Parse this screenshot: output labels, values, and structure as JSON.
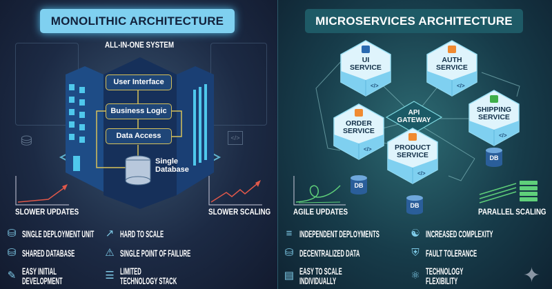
{
  "monolithic": {
    "title": "MONOLITHIC ARCHITECTURE",
    "subtitle": "ALL-IN-ONE SYSTEM",
    "layers": [
      "User Interface",
      "Business Logic",
      "Data Access"
    ],
    "database_label": [
      "Single",
      "Database"
    ],
    "chart_left_label": "SLOWER UPDATES",
    "chart_right_label": "SLOWER SCALING",
    "features": [
      {
        "icon": "database-icon",
        "text": "SINGLE DEPLOYMENT UNIT"
      },
      {
        "icon": "chart-line-icon",
        "text": "HARD TO SCALE"
      },
      {
        "icon": "database-icon",
        "text": "SHARED DATABASE"
      },
      {
        "icon": "warning-icon",
        "text": "SINGLE POINT OF FAILURE"
      },
      {
        "icon": "edit-document-icon",
        "text": "EASY INITIAL",
        "text2": "DEVELOPMENT"
      },
      {
        "icon": "server-stack-icon",
        "text": "LIMITED",
        "text2": "TECHNOLOGY STACK"
      }
    ]
  },
  "microservices": {
    "title": "MICROSERVICES ARCHITECTURE",
    "gateway": [
      "API",
      "GATEWAY"
    ],
    "services": [
      {
        "name": "UI",
        "sub": "SERVICE"
      },
      {
        "name": "AUTH",
        "sub": "SERVICE"
      },
      {
        "name": "SHIPPING",
        "sub": "SERVICE"
      },
      {
        "name": "ORDER",
        "sub": "SERVICE"
      },
      {
        "name": "PRODUCT",
        "sub": "SERVICE"
      }
    ],
    "db_label": "DB",
    "chart_left_label": "AGILE UPDATES",
    "chart_right_label": "PARALLEL SCALING",
    "features": [
      {
        "icon": "layers-icon",
        "text": "INDEPENDENT DEPLOYMENTS"
      },
      {
        "icon": "org-chart-icon",
        "text": "INCREASED COMPLEXITY"
      },
      {
        "icon": "database-icon",
        "text": "DECENTRALIZED DATA"
      },
      {
        "icon": "shield-icon",
        "text": "FAULT TOLERANCE"
      },
      {
        "icon": "bar-chart-icon",
        "text": "EASY TO SCALE",
        "text2": "INDIVIDUALLY"
      },
      {
        "icon": "atom-icon",
        "text": "TECHNOLOGY",
        "text2": "FLEXIBILITY"
      }
    ]
  },
  "colors": {
    "mono_title_bg": "#7fd0f0",
    "micro_title_bg": "#1e5a66",
    "accent_red": "#e0584a",
    "accent_green": "#5fd07a"
  }
}
